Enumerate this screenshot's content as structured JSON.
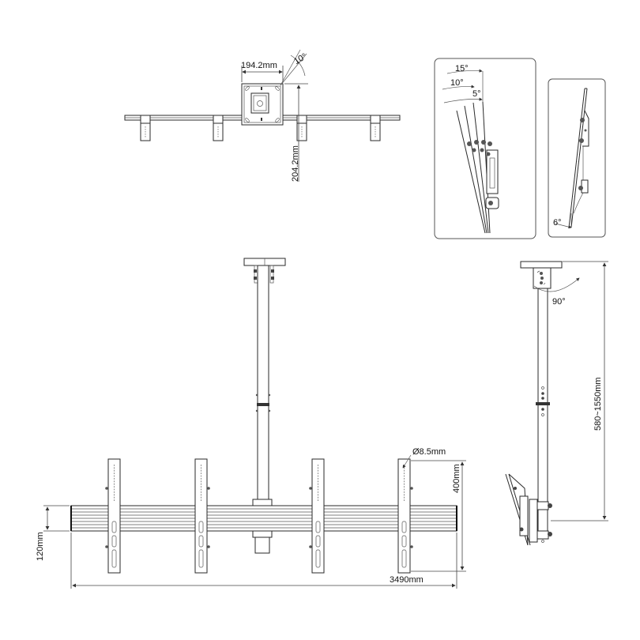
{
  "top_view": {
    "width_label": "194.2mm",
    "height_label": "204.2mm",
    "rotation_label": "10°"
  },
  "tilt_detail": {
    "angles": [
      "15°",
      "10°",
      "5°"
    ],
    "fixed_angle": "6°"
  },
  "front_view": {
    "hole_label": "Ø8.5mm",
    "upright_height_label": "400mm",
    "bar_height_label": "120mm",
    "total_width_label": "3490mm"
  },
  "side_view": {
    "swivel_label": "90°",
    "drop_range_label": "580~1550mm"
  },
  "colors": {
    "line": "#2a2a2a",
    "background": "#ffffff"
  }
}
